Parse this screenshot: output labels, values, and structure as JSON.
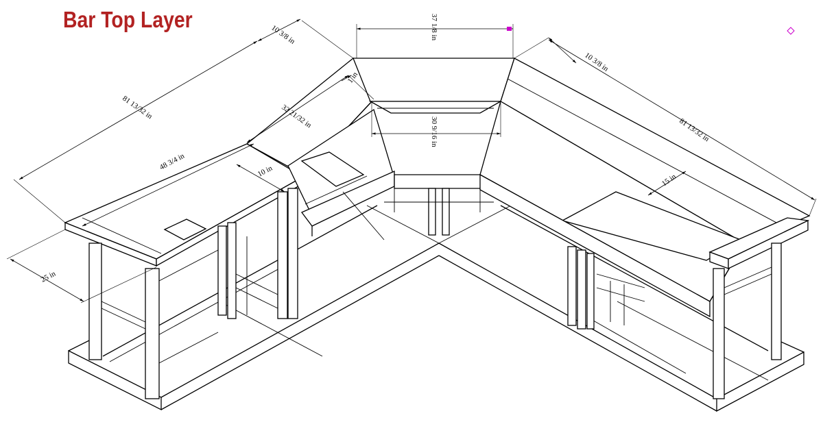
{
  "title": "Bar Top Layer",
  "colors": {
    "title": "#b22222",
    "lines": "#000000",
    "marker": "#cc00cc"
  },
  "dimensions": {
    "back_top_width": "37 1/8 in",
    "left_depth": "10 3/8 in",
    "right_depth": "10 3/8 in",
    "left_total": "81 13/32 in",
    "right_total": "81 13/32 in",
    "inner_left": "32 21/32 in",
    "inner_back": "30 9/16 in",
    "small_one": "1 in",
    "left_section": "48 3/4 in",
    "left_small": "10 in",
    "left_height": "25 in",
    "right_small": "15 in"
  }
}
